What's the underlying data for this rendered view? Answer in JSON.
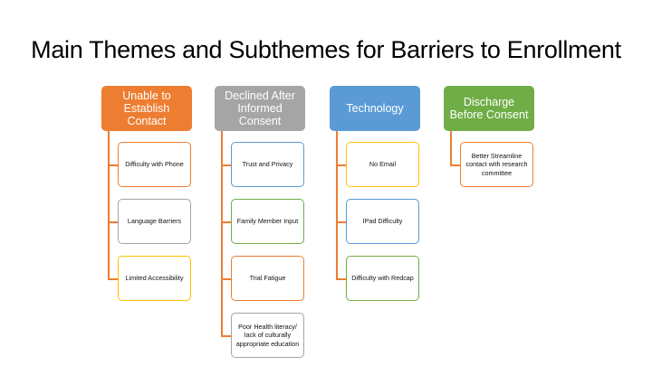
{
  "title": "Main Themes and Subthemes for Barriers to Enrollment",
  "colors": {
    "orange": "#ED7D31",
    "gray": "#A5A5A5",
    "blue": "#5B9BD5",
    "green": "#70AD47",
    "gold": "#FFC000",
    "connector": "#ED7D31"
  },
  "themes": [
    {
      "label": "Unable to Establish Contact",
      "color": "orange",
      "subthemes": [
        {
          "label": "Difficulty with Phone",
          "border": "orange"
        },
        {
          "label": "Language Barriers",
          "border": "gray"
        },
        {
          "label": "Limited Accessibility",
          "border": "gold"
        }
      ]
    },
    {
      "label": "Declined After Informed Consent",
      "color": "gray",
      "subthemes": [
        {
          "label": "Trust and Privacy",
          "border": "blue"
        },
        {
          "label": "Family Member Input",
          "border": "green"
        },
        {
          "label": "Trial Fatigue",
          "border": "orange"
        },
        {
          "label": "Poor Health literacy/ lack of culturally appropriate education",
          "border": "gray"
        }
      ]
    },
    {
      "label": "Technology",
      "color": "blue",
      "subthemes": [
        {
          "label": "No Email",
          "border": "gold"
        },
        {
          "label": "IPad Difficulty",
          "border": "blue"
        },
        {
          "label": "Difficulty with Redcap",
          "border": "green"
        }
      ]
    },
    {
      "label": "Discharge Before Consent",
      "color": "green",
      "subthemes": [
        {
          "label": "Better Streamline contact with research committee",
          "border": "orange"
        }
      ]
    }
  ]
}
